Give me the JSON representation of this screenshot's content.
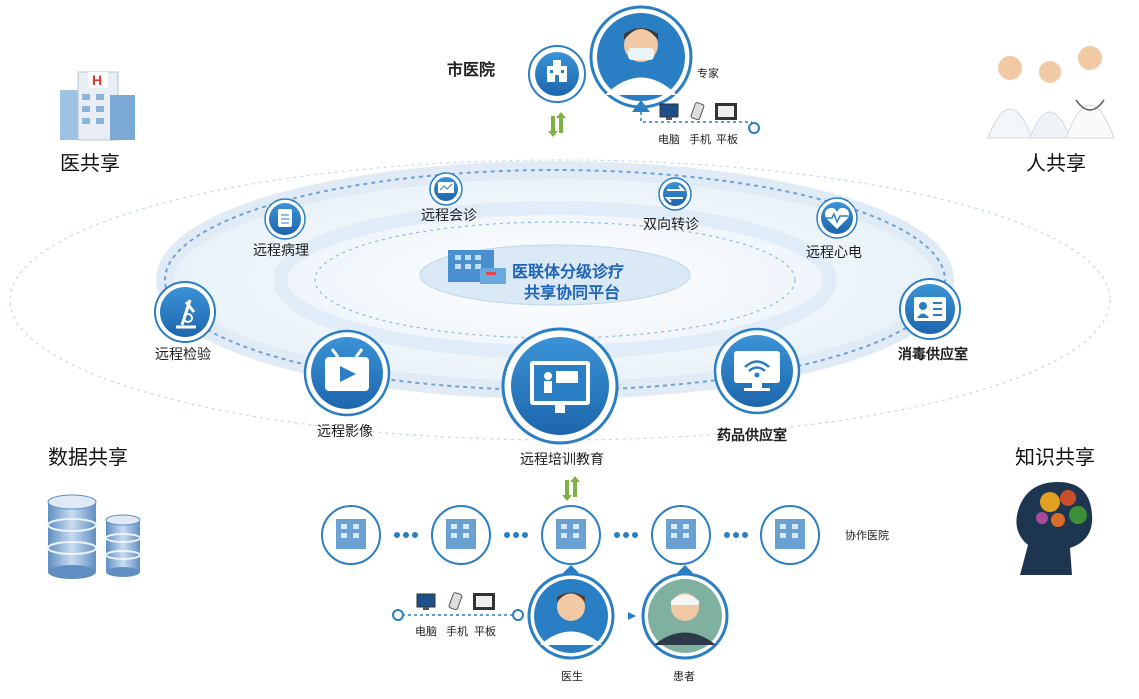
{
  "corners": {
    "medical_share": "医共享",
    "people_share": "人共享",
    "data_share": "数据共享",
    "knowledge_share": "知识共享"
  },
  "top": {
    "city_hospital": "市医院",
    "expert": "专家",
    "devices": [
      "电脑",
      "手机",
      "平板"
    ]
  },
  "center": {
    "line1": "医联体分级诊疗",
    "line2": "共享协同平台"
  },
  "services": {
    "remote_pathology": "远程病理",
    "remote_consult": "远程会诊",
    "two_way_referral": "双向转诊",
    "remote_ecg": "远程心电",
    "remote_lab": "远程检验",
    "disinfection_supply": "消毒供应室",
    "remote_imaging": "远程影像",
    "remote_training": "远程培训教育",
    "pharmacy_supply": "药品供应室"
  },
  "bottom": {
    "partner_hospitals": "协作医院",
    "devices": [
      "电脑",
      "手机",
      "平板"
    ],
    "doctor": "医生",
    "patient": "患者"
  },
  "colors": {
    "primary_blue": "#2a7fc4",
    "light_blue": "#d9e9f6",
    "arrow_green": "#7cb342",
    "dashed_ring": "#9ec3e6"
  }
}
